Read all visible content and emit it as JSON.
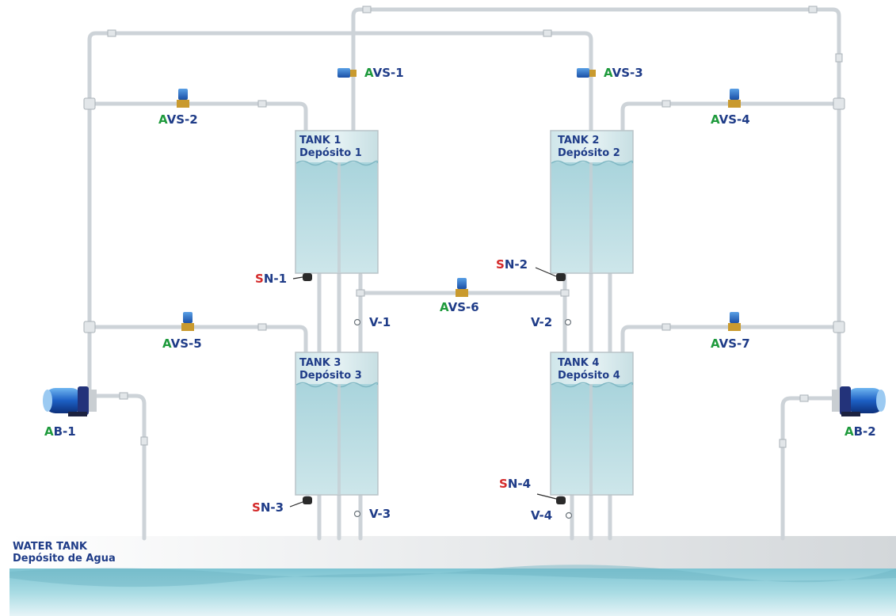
{
  "tanks": [
    {
      "id": "tank-1",
      "line1": "TANK 1",
      "line2": "Depósito 1"
    },
    {
      "id": "tank-2",
      "line1": "TANK 2",
      "line2": "Depósito 2"
    },
    {
      "id": "tank-3",
      "line1": "TANK 3",
      "line2": "Depósito 3"
    },
    {
      "id": "tank-4",
      "line1": "TANK 4",
      "line2": "Depósito 4"
    }
  ],
  "water_tank": {
    "line1": "WATER TANK",
    "line2": "Depósito de Agua"
  },
  "valves": [
    {
      "first": "A",
      "rest": "VS-1"
    },
    {
      "first": "A",
      "rest": "VS-2"
    },
    {
      "first": "A",
      "rest": "VS-3"
    },
    {
      "first": "A",
      "rest": "VS-4"
    },
    {
      "first": "A",
      "rest": "VS-5"
    },
    {
      "first": "A",
      "rest": "VS-6"
    },
    {
      "first": "A",
      "rest": "VS-7"
    }
  ],
  "pumps": [
    {
      "first": "A",
      "rest": "B-1"
    },
    {
      "first": "A",
      "rest": "B-2"
    }
  ],
  "sensors": [
    {
      "first": "S",
      "rest": "N-1"
    },
    {
      "first": "S",
      "rest": "N-2"
    },
    {
      "first": "S",
      "rest": "N-3"
    },
    {
      "first": "S",
      "rest": "N-4"
    }
  ],
  "manual_valves": [
    "V-1",
    "V-2",
    "V-3",
    "V-4"
  ],
  "colors": {
    "label_blue": "#1f3c88",
    "label_green": "#1e9a3c",
    "label_red": "#d42a2a",
    "pipe": "#cdd3d8",
    "water": "#8fc4cf"
  }
}
